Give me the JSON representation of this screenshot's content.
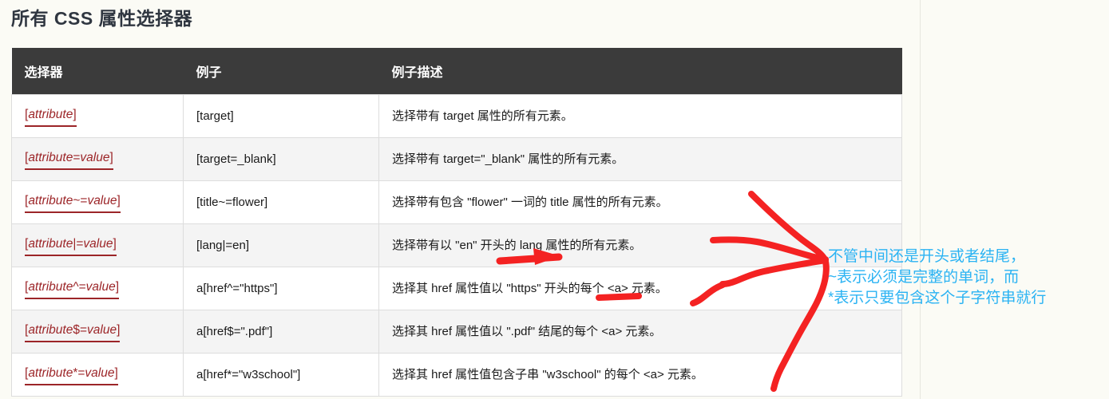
{
  "page": {
    "title": "所有 CSS 属性选择器",
    "background_color": "#fbfbf5"
  },
  "table": {
    "name": "css-attribute-selectors-table",
    "header_bg": "#3b3b3b",
    "selector_color": "#9c2528",
    "columns": [
      "选择器",
      "例子",
      "例子描述"
    ],
    "rows": [
      {
        "selector_open": "[",
        "selector_attr": "attribute",
        "selector_op": "",
        "selector_value": "",
        "selector_close": "]",
        "example": "[target]",
        "description": "选择带有 target 属性的所有元素。"
      },
      {
        "selector_open": "[",
        "selector_attr": "attribute",
        "selector_op": "=",
        "selector_value": "value",
        "selector_close": "]",
        "example": "[target=_blank]",
        "description": "选择带有 target=\"_blank\" 属性的所有元素。"
      },
      {
        "selector_open": "[",
        "selector_attr": "attribute",
        "selector_op": "~=",
        "selector_value": "value",
        "selector_close": "]",
        "example": "[title~=flower]",
        "description": "选择带有包含 \"flower\" 一词的 title 属性的所有元素。"
      },
      {
        "selector_open": "[",
        "selector_attr": "attribute",
        "selector_op": "|=",
        "selector_value": "value",
        "selector_close": "]",
        "example": "[lang|=en]",
        "description": "选择带有以 \"en\" 开头的 lang 属性的所有元素。"
      },
      {
        "selector_open": "[",
        "selector_attr": "attribute",
        "selector_op": "^=",
        "selector_value": "value",
        "selector_close": "]",
        "example": "a[href^=\"https\"]",
        "description": "选择其 href 属性值以 \"https\" 开头的每个 <a> 元素。"
      },
      {
        "selector_open": "[",
        "selector_attr": "attribute",
        "selector_op": "$=",
        "selector_value": "value",
        "selector_close": "]",
        "example": "a[href$=\".pdf\"]",
        "description": "选择其 href 属性值以 \".pdf\" 结尾的每个 <a> 元素。"
      },
      {
        "selector_open": "[",
        "selector_attr": "attribute",
        "selector_op": "*=",
        "selector_value": "value",
        "selector_close": "]",
        "example": "a[href*=\"w3school\"]",
        "description": "选择其 href 属性值包含子串 \"w3school\" 的每个 <a> 元素。"
      }
    ]
  },
  "annotations": {
    "note_color": "#2bb3f3",
    "mark_color": "#f42222",
    "note_lines": [
      "不管中间还是开头或者结尾，",
      "~表示必须是完整的单词，而",
      "*表示只要包含这个子字符串就行"
    ]
  }
}
